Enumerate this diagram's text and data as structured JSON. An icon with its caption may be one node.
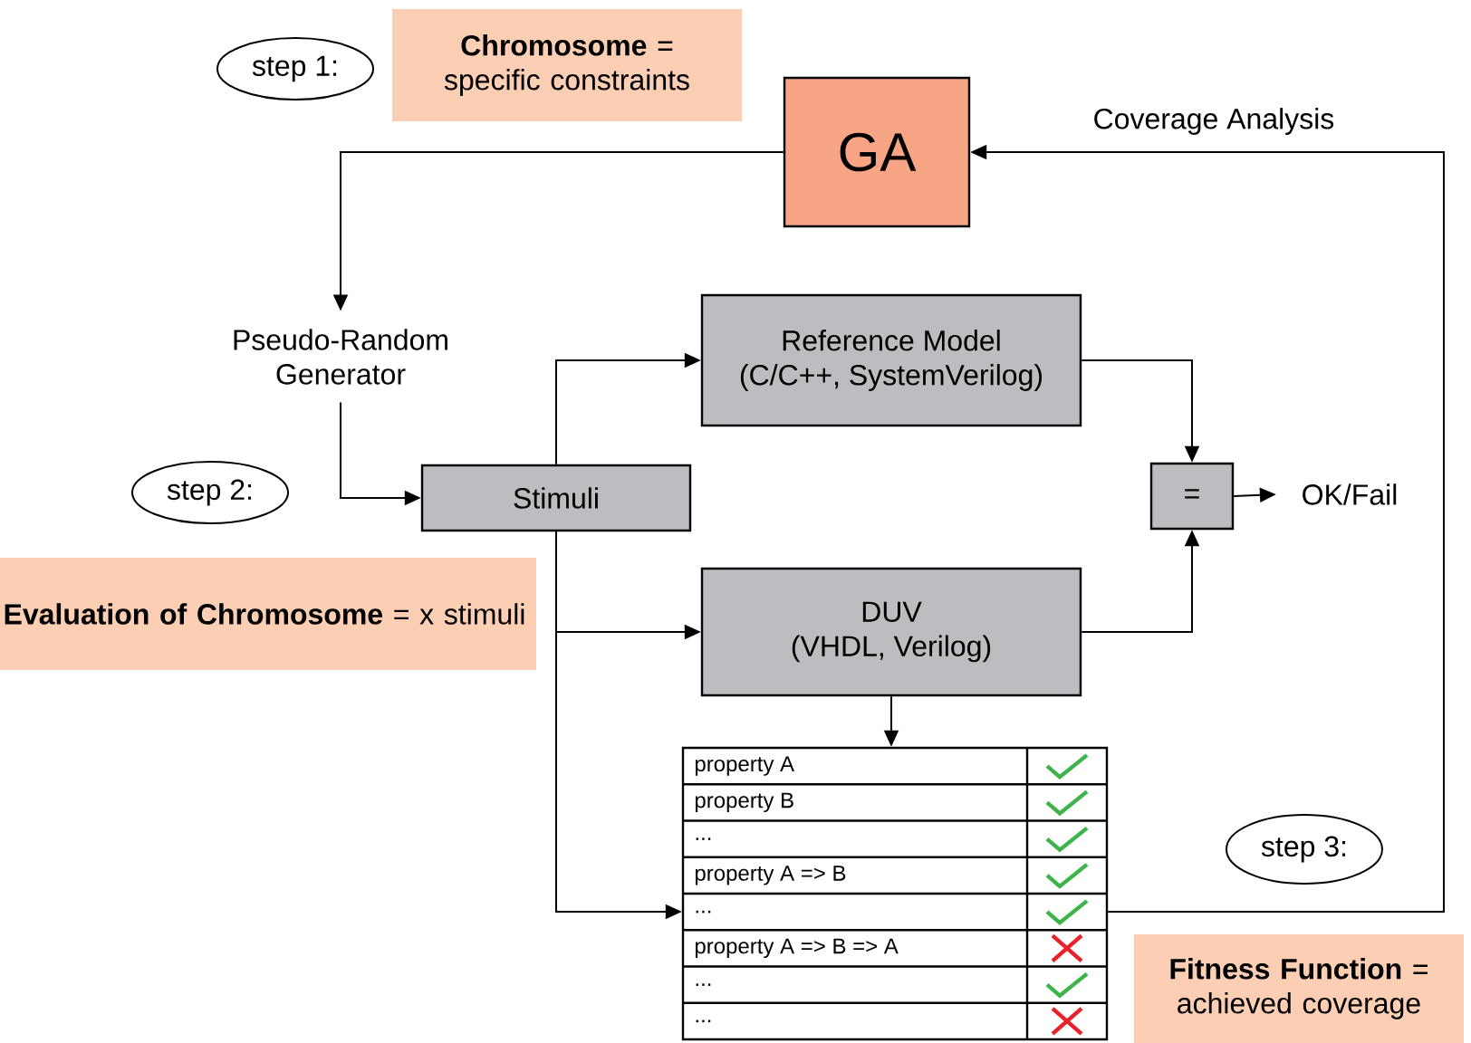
{
  "diagram": {
    "nodes": [
      {
        "text": [
          "step 1:"
        ]
      },
      {
        "text": [
          "**Chromosome** = specific constraints"
        ]
      },
      {
        "text": [
          "GA"
        ]
      },
      {
        "text": [
          "Pseudo-Random Generator"
        ]
      },
      {
        "text": [
          "step 2:"
        ]
      },
      {
        "text": [
          "Stimuli"
        ]
      },
      {
        "text": [
          "**Evaluation of Chromosome** = x stimuli"
        ]
      },
      {
        "text": [
          "Reference Model",
          "(C/C++, SystemVerilog)"
        ]
      },
      {
        "text": [
          "="
        ]
      },
      {
        "text": [
          "OK/Fail"
        ]
      },
      {
        "text": [
          "DUV",
          "(VHDL, Verilog)"
        ]
      },
      {
        "text": [
          "property A",
          "property B",
          "...",
          "property A => B",
          "...",
          "property A => B => A",
          "...",
          "..."
        ]
      },
      {
        "text": [
          "step 3:"
        ]
      },
      {
        "text": [
          "**Fitness Function** = achieved coverage"
        ]
      }
    ],
    "edges": [
      {
        "from": 2,
        "to": 3,
        "arrow": "to"
      },
      {
        "from": 3,
        "to": 5,
        "arrow": "to"
      },
      {
        "from": 5,
        "to": 7,
        "arrow": "to"
      },
      {
        "from": 5,
        "to": 10,
        "arrow": "to"
      },
      {
        "from": 5,
        "to": 11,
        "arrow": "to"
      },
      {
        "from": 7,
        "to": 8,
        "arrow": "to"
      },
      {
        "from": 10,
        "to": 8,
        "arrow": "to"
      },
      {
        "from": 8,
        "to": 9,
        "arrow": "to"
      },
      {
        "from": 10,
        "to": 11,
        "arrow": "to"
      },
      {
        "from": 11,
        "to": 2,
        "arrow": "to",
        "label": "Coverage Analysis"
      }
    ]
  }
}
